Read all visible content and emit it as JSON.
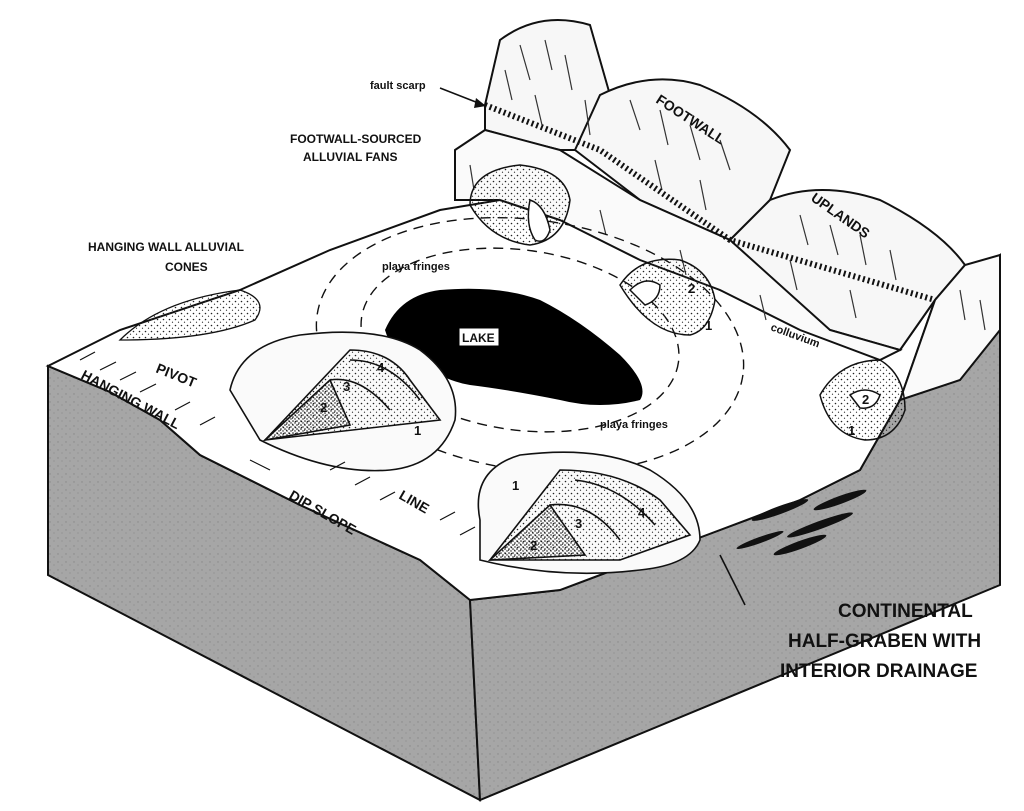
{
  "labels": {
    "fault_scarp": "fault scarp",
    "footwall_fans_line1": "FOOTWALL-SOURCED",
    "footwall_fans_line2": "ALLUVIAL FANS",
    "hanging_cones_line1": "HANGING WALL ALLUVIAL",
    "hanging_cones_line2": "CONES",
    "footwall": "FOOTWALL",
    "uplands": "UPLANDS",
    "playa_fringes_top": "playa fringes",
    "playa_fringes_bottom": "playa fringes",
    "lake": "LAKE",
    "colluvium": "colluvium",
    "pivot": "PIVOT",
    "hanging_wall": "HANGING WALL",
    "dip_slope": "DIP SLOPE",
    "line": "LINE",
    "title_line1": "CONTINENTAL",
    "title_line2": "HALF-GRABEN WITH",
    "title_line3": "INTERIOR DRAINAGE"
  },
  "fan_numbers": {
    "left_fan": [
      "1",
      "2",
      "3",
      "4"
    ],
    "front_fan": [
      "1",
      "2",
      "3",
      "4"
    ],
    "right_fan": [
      "1",
      "2"
    ],
    "upper_fan": [
      "1",
      "2"
    ]
  },
  "colors": {
    "lake": "#000000",
    "block_side": "#a6a6a6",
    "surface": "#ffffff",
    "line": "#111111"
  }
}
